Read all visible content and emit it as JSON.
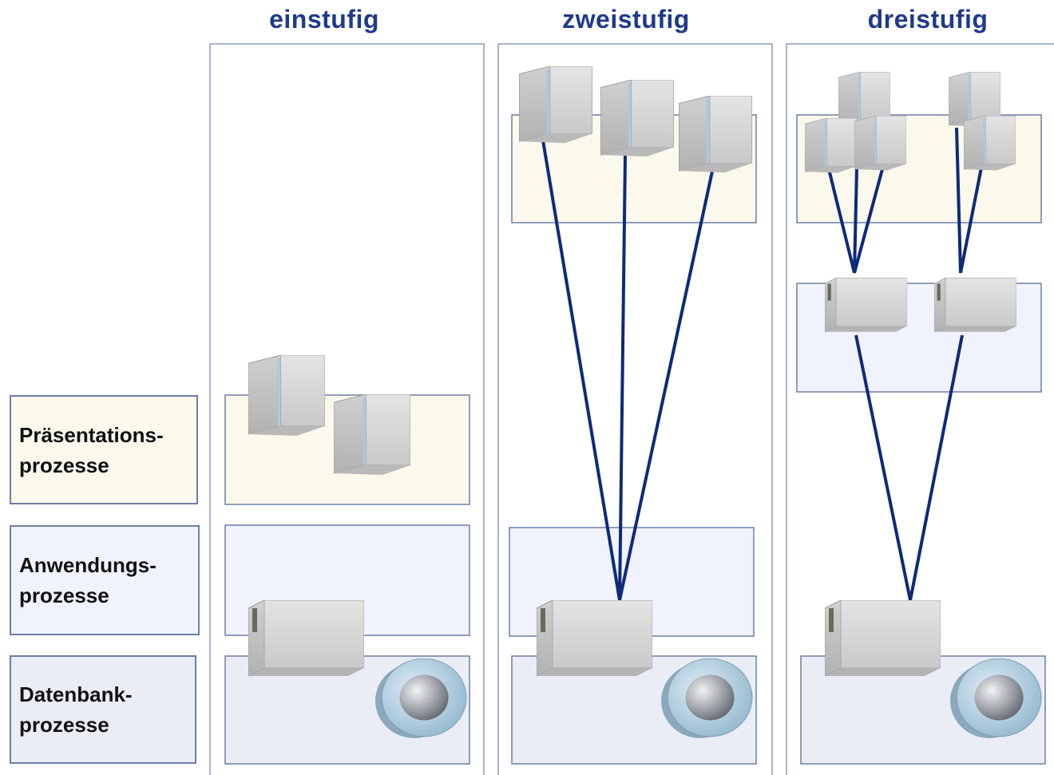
{
  "columns": {
    "one_tier": "einstufig",
    "two_tier": "zweistufig",
    "three_tier": "dreistufig"
  },
  "legend": {
    "presentation": "Präsentations-\nprozesse",
    "application": "Anwendungs-\nprozesse",
    "database": "Datenbank-\nprozesse"
  },
  "colors": {
    "title": "#1f3a8a",
    "connector": "#0f2a7a",
    "presentation_fill": "#fbf8ec",
    "application_fill": "#f0f3fd",
    "database_fill": "#eaedf5",
    "border": "#6b7fa6"
  },
  "icons": {
    "client": "client-computer-icon",
    "server": "application-server-icon",
    "database": "database-disk-icon"
  }
}
